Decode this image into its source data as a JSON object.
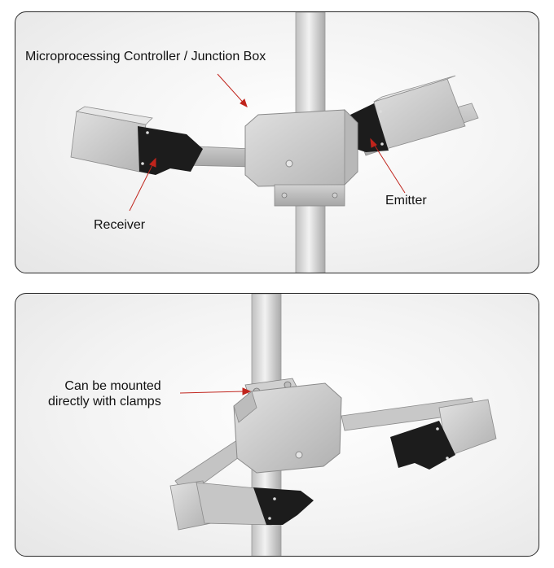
{
  "labels": {
    "controller": "Microprocessing Controller / Junction Box",
    "emitter": "Emitter",
    "receiver": "Receiver",
    "clamps": "Can be mounted\ndirectly with clamps"
  },
  "colors": {
    "arrow": "#c0241c",
    "metal_light": "#d6d6d6",
    "metal_mid": "#bdbdbd",
    "metal_dark": "#9a9a9a",
    "sensor_face": "#1c1c1c",
    "border": "#2a2a2a"
  }
}
